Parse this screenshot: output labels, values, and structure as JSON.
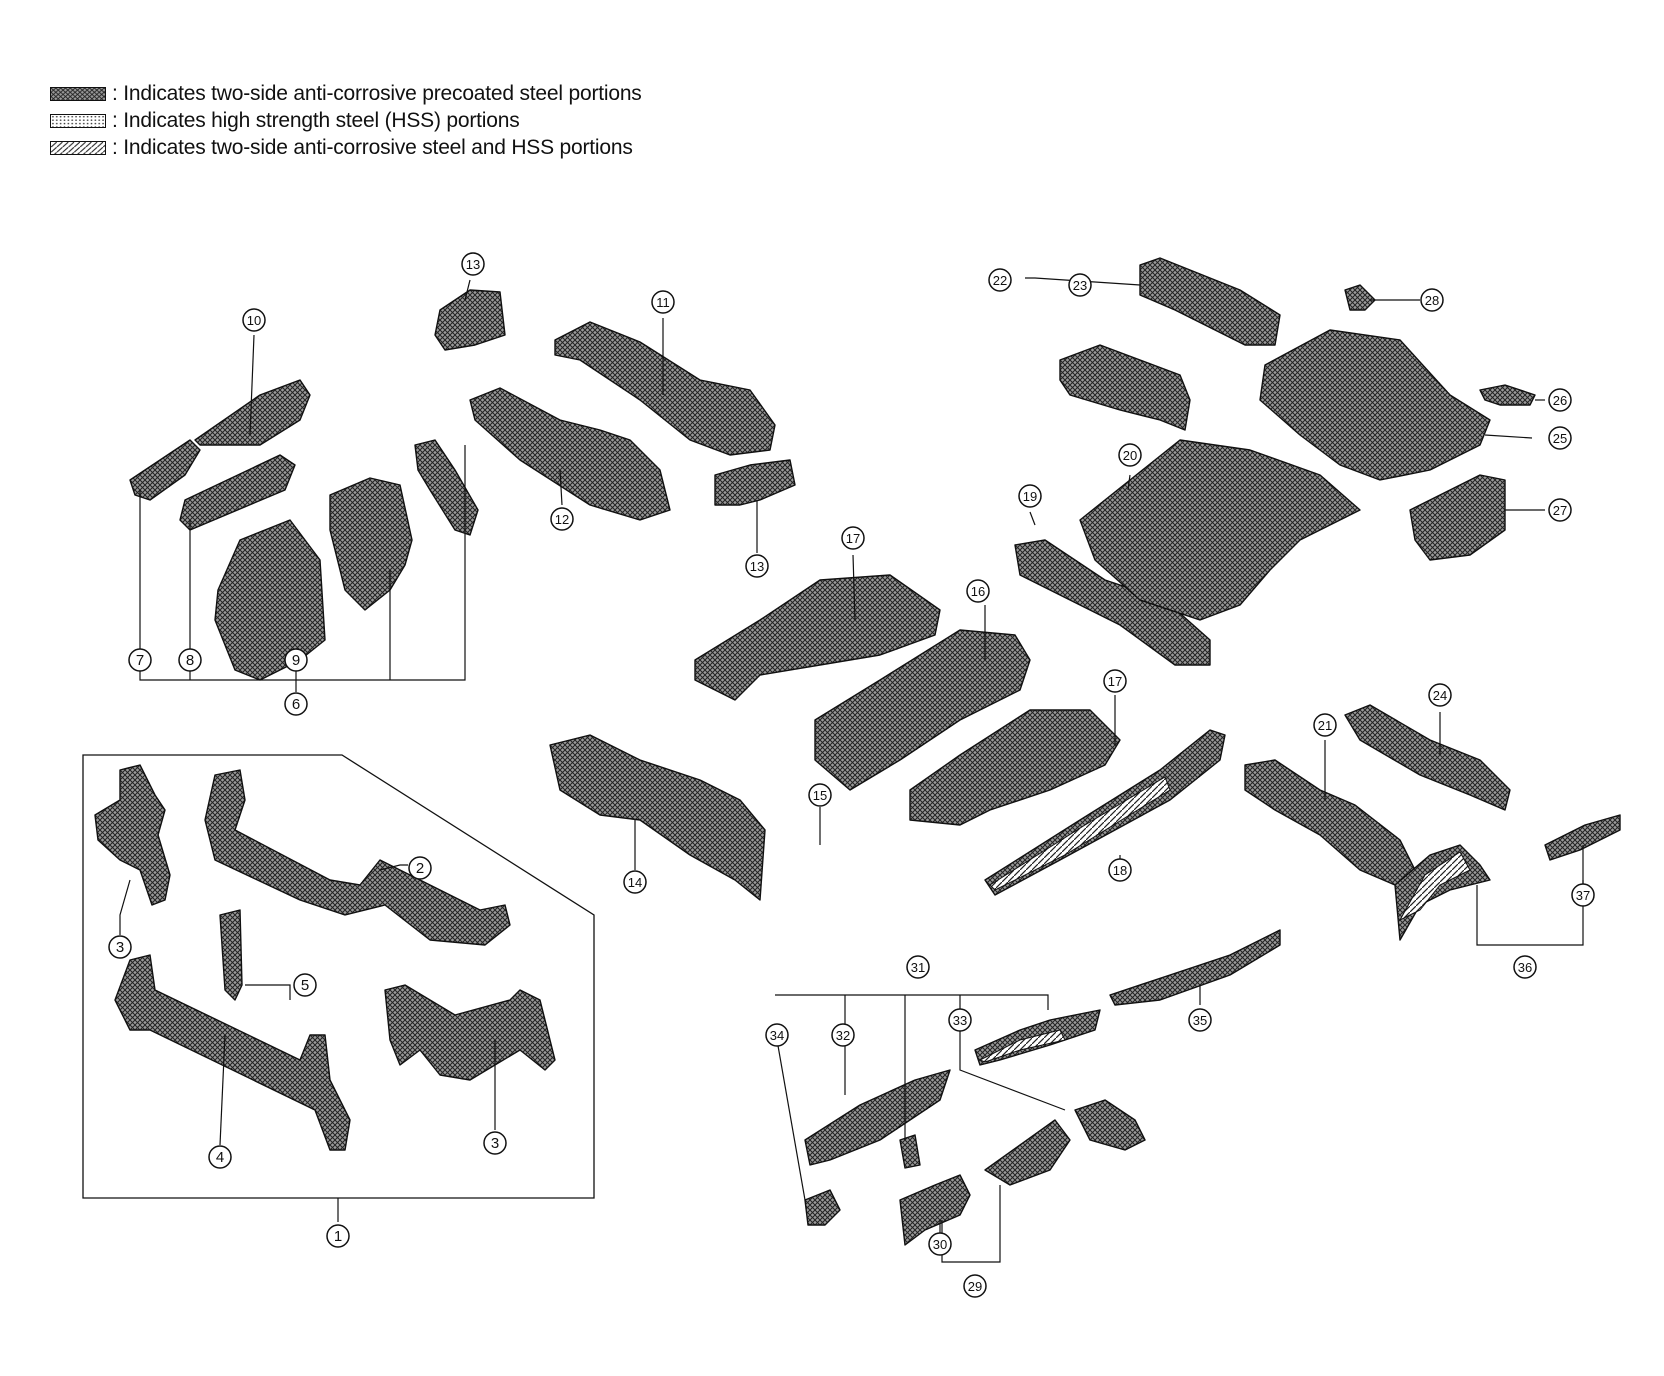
{
  "legend": {
    "items": [
      {
        "pattern": "crosshatch",
        "text": ": Indicates two-side anti-corrosive precoated steel portions"
      },
      {
        "pattern": "dots",
        "text": ": Indicates high strength steel (HSS) portions"
      },
      {
        "pattern": "diagonal",
        "text": ": Indicates two-side anti-corrosive steel and HSS portions"
      }
    ]
  },
  "callouts": [
    {
      "num": "1"
    },
    {
      "num": "2"
    },
    {
      "num": "3"
    },
    {
      "num": "3"
    },
    {
      "num": "4"
    },
    {
      "num": "5"
    },
    {
      "num": "6"
    },
    {
      "num": "7"
    },
    {
      "num": "8"
    },
    {
      "num": "9"
    },
    {
      "num": "10"
    },
    {
      "num": "11"
    },
    {
      "num": "12"
    },
    {
      "num": "13"
    },
    {
      "num": "13"
    },
    {
      "num": "14"
    },
    {
      "num": "15"
    },
    {
      "num": "16"
    },
    {
      "num": "17"
    },
    {
      "num": "17"
    },
    {
      "num": "18"
    },
    {
      "num": "19"
    },
    {
      "num": "20"
    },
    {
      "num": "21"
    },
    {
      "num": "22"
    },
    {
      "num": "23"
    },
    {
      "num": "24"
    },
    {
      "num": "25"
    },
    {
      "num": "26"
    },
    {
      "num": "27"
    },
    {
      "num": "28"
    },
    {
      "num": "29"
    },
    {
      "num": "30"
    },
    {
      "num": "31"
    },
    {
      "num": "32"
    },
    {
      "num": "33"
    },
    {
      "num": "34"
    },
    {
      "num": "35"
    },
    {
      "num": "36"
    },
    {
      "num": "37"
    }
  ],
  "colors": {
    "ink": "#111111",
    "hatch": "#3a3a3a",
    "fill": "#8c8c8c"
  }
}
